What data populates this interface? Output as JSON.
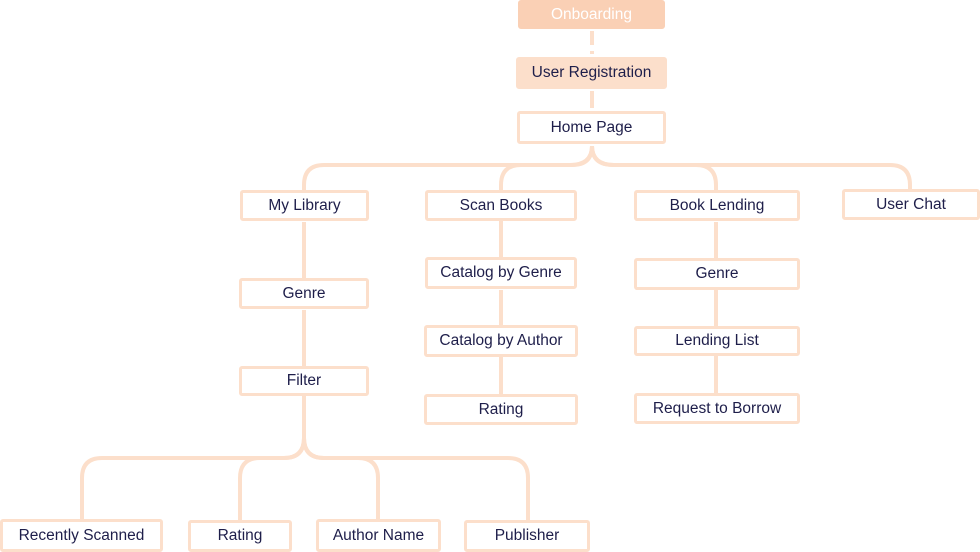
{
  "colors": {
    "connector": "#fcdfcb",
    "node_border": "#fcdfcb",
    "node_fill": "#fcdfcb",
    "onboarding_fill": "#fad0b5",
    "text": "#1e1e4a",
    "onboarding_text": "#ffffff"
  },
  "nodes": {
    "onboarding": "Onboarding",
    "user_registration": "User Registration",
    "home_page": "Home Page",
    "my_library": "My Library",
    "scan_books": "Scan Books",
    "book_lending": "Book Lending",
    "user_chat": "User Chat",
    "library_genre": "Genre",
    "filter": "Filter",
    "recently_scanned": "Recently Scanned",
    "filter_rating": "Rating",
    "author_name": "Author Name",
    "publisher": "Publisher",
    "catalog_by_genre": "Catalog by Genre",
    "catalog_by_author": "Catalog by Author",
    "scan_rating": "Rating",
    "lending_genre": "Genre",
    "lending_list": "Lending List",
    "request_to_borrow": "Request to Borrow"
  }
}
